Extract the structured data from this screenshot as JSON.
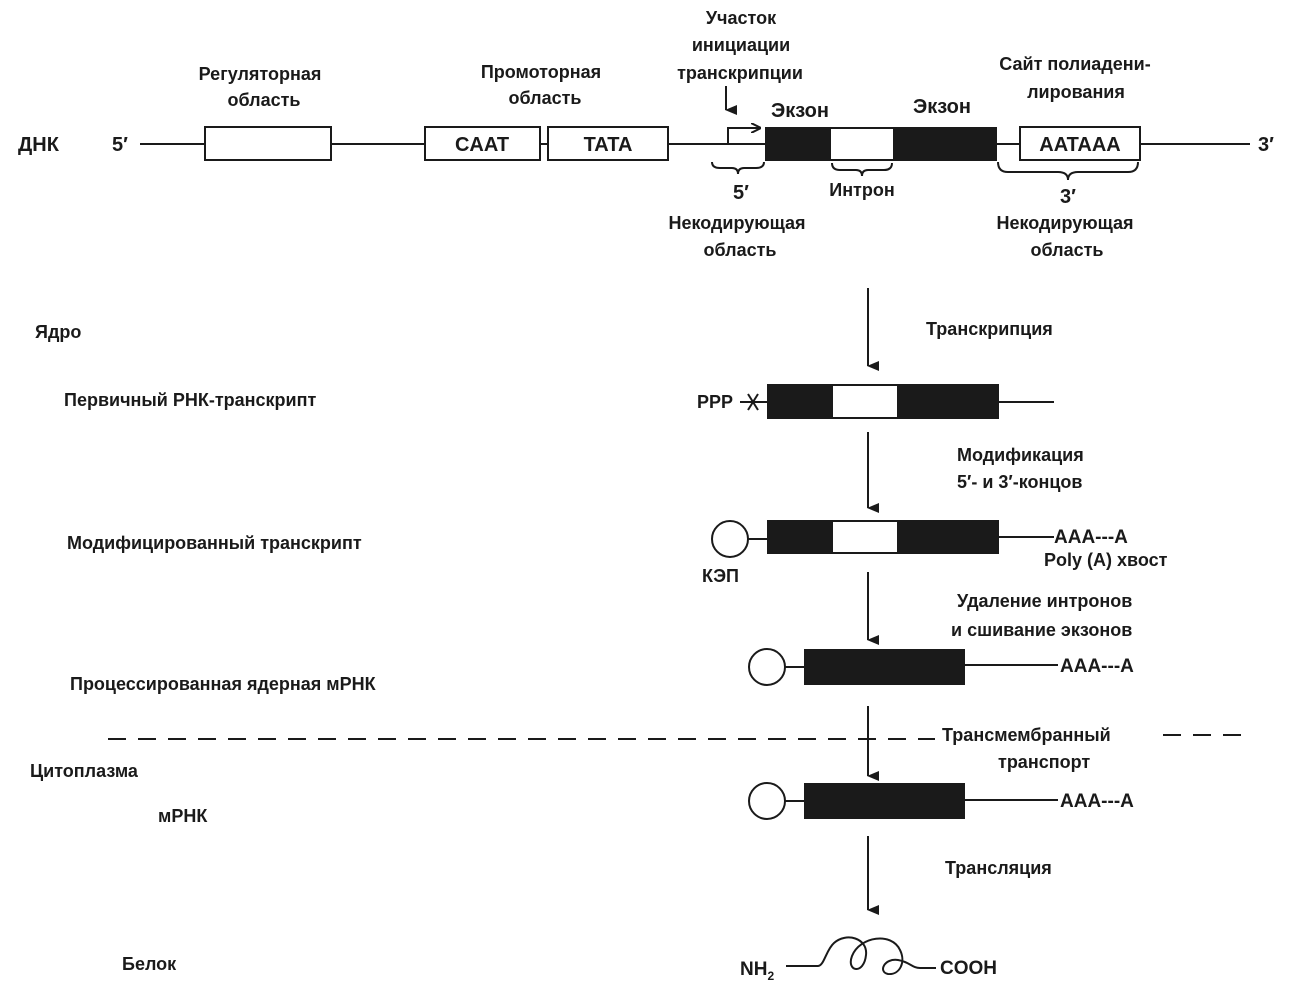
{
  "dna": {
    "label": "ДНК",
    "end5": "5′",
    "end3": "3′",
    "regulatory": {
      "line1": "Регуляторная",
      "line2": "область"
    },
    "promoter": {
      "line1": "Промоторная",
      "line2": "область"
    },
    "caat": "CAAT",
    "tata": "TATA",
    "initiation": {
      "line1": "Участок",
      "line2": "инициации",
      "line3": "транскрипции"
    },
    "exon1": "Экзон",
    "exon2": "Экзон",
    "intron": "Интрон",
    "polya_site": {
      "line1": "Сайт полиадени-",
      "line2": "лирования"
    },
    "aataaa": "AATAAA",
    "noncoding5": {
      "end": "5′",
      "line1": "Некодирующая",
      "line2": "область"
    },
    "noncoding3": {
      "end": "3′",
      "line1": "Некодирующая",
      "line2": "область"
    }
  },
  "compartments": {
    "nucleus": "Ядро",
    "cytoplasm": "Цитоплазма"
  },
  "stages": {
    "primary": "Первичный РНК-транскрипт",
    "modified": "Модифицированный транскрипт",
    "processed": "Процессированная ядерная мРНК",
    "mrna": "мРНК",
    "protein": "Белок"
  },
  "steps": {
    "transcription": "Транскрипция",
    "modification": {
      "line1": "Модификация",
      "line2": "5′- и 3′-концов"
    },
    "splicing": {
      "line1": "Удаление интронов",
      "line2": "и сшивание экзонов"
    },
    "transport": {
      "line1": "Трансмембранный",
      "line2": "транспорт"
    },
    "translation": "Трансляция"
  },
  "molecules": {
    "ppp": "PPP",
    "cap": "КЭП",
    "polya_modified": "AAA---A",
    "polya_tail": "Poly (A) хвост",
    "polya_processed": "AAA---A",
    "polya_mrna": "AAA---A",
    "nh2": "NH",
    "nh2_sub": "2",
    "cooh": "COOH"
  }
}
